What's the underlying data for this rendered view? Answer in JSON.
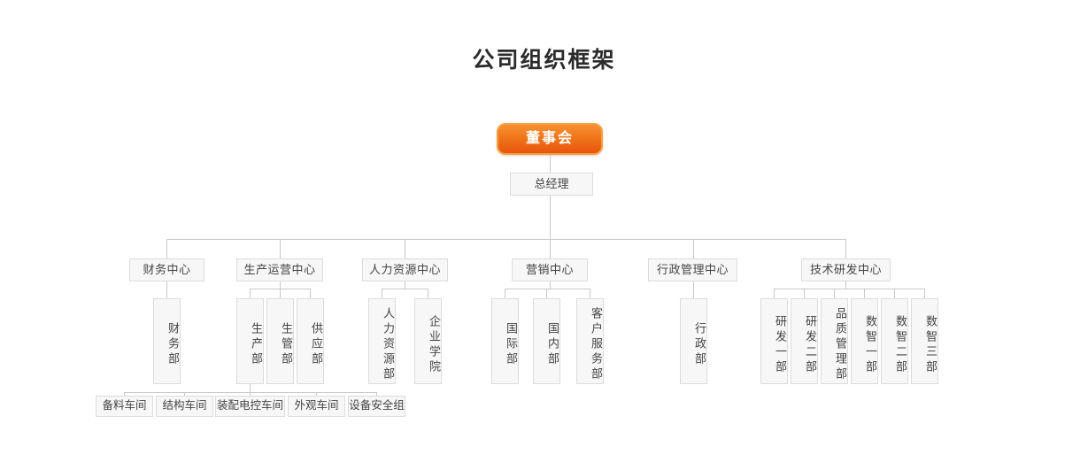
{
  "title": "公司组织框架",
  "colors": {
    "root_top": "#f79034",
    "root_bottom": "#e8540e",
    "root_border": "#f6a13f",
    "node_bg": "#f7f7f7",
    "node_border": "#dcdcdc",
    "line": "#c8c8c8",
    "text": "#444444",
    "title_text": "#2b2b2b"
  },
  "root": {
    "label": "董事会"
  },
  "gm": {
    "label": "总经理"
  },
  "centers": [
    {
      "label": "财务中心"
    },
    {
      "label": "生产运营中心"
    },
    {
      "label": "人力资源中心"
    },
    {
      "label": "营销中心"
    },
    {
      "label": "行政管理中心"
    },
    {
      "label": "技术研发中心"
    }
  ],
  "departments": {
    "finance": [
      {
        "label": "财务部"
      }
    ],
    "production": [
      {
        "label": "生产部"
      },
      {
        "label": "生管部"
      },
      {
        "label": "供应部"
      }
    ],
    "hr": [
      {
        "label": "人力资源部"
      },
      {
        "label": "企业学院"
      }
    ],
    "marketing": [
      {
        "label": "国际部"
      },
      {
        "label": "国内部"
      },
      {
        "label": "客户服务部"
      }
    ],
    "admin": [
      {
        "label": "行政部"
      }
    ],
    "tech": [
      {
        "label": "研发一部"
      },
      {
        "label": "研发二部"
      },
      {
        "label": "品质管理部"
      },
      {
        "label": "数智一部"
      },
      {
        "label": "数智二部"
      },
      {
        "label": "数智三部"
      }
    ]
  },
  "workshops": [
    {
      "label": "备料车间"
    },
    {
      "label": "结构车间"
    },
    {
      "label": "装配电控车间"
    },
    {
      "label": "外观车间"
    },
    {
      "label": "设备安全组"
    }
  ]
}
